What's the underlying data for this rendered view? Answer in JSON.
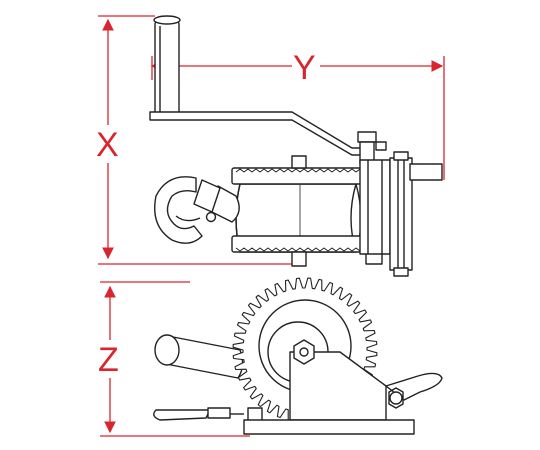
{
  "diagram": {
    "dimension_labels": {
      "x": "X",
      "y": "Y",
      "z": "Z"
    },
    "colors": {
      "dimension": "#d9262e",
      "line": "#222222",
      "fill": "#ffffff"
    }
  }
}
